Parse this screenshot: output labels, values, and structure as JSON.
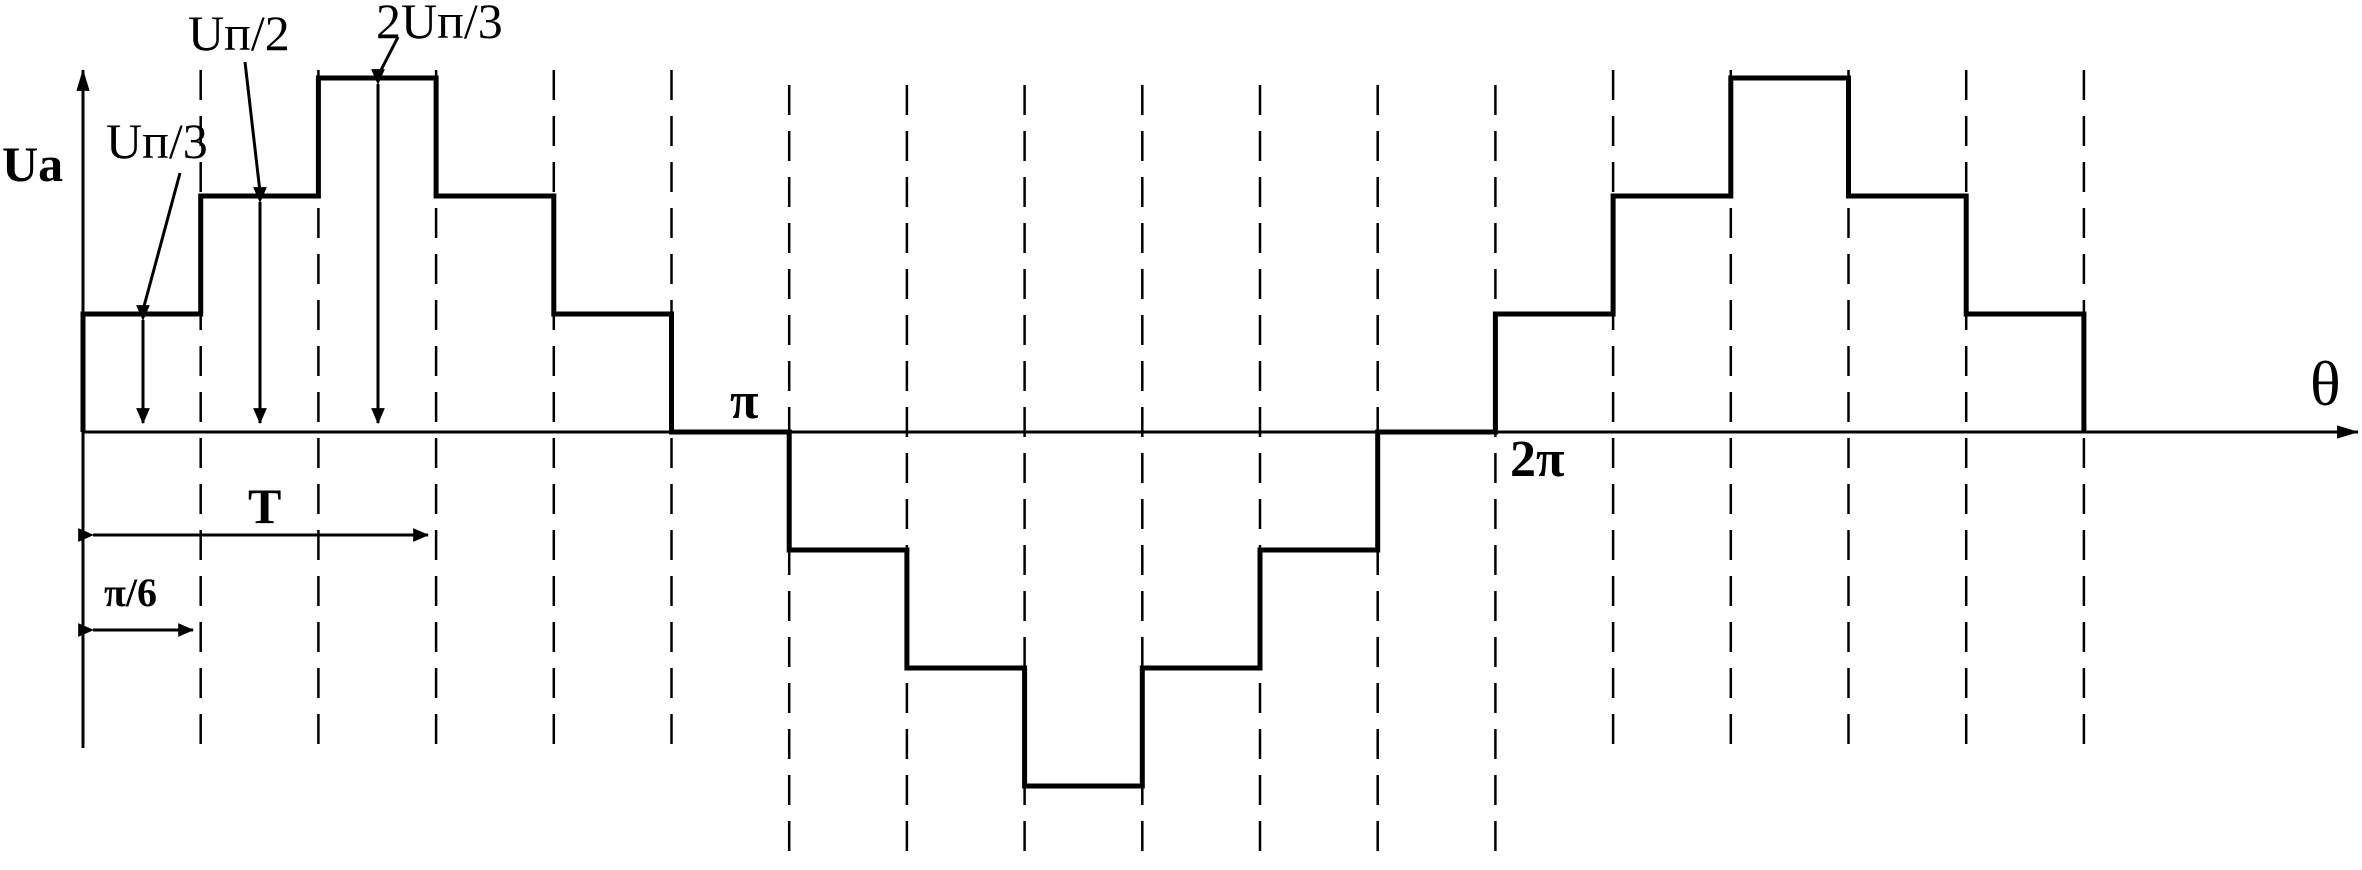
{
  "labels": {
    "y_axis": "Ua",
    "x_axis": "θ",
    "level_1": "Uп/3",
    "level_2": "Uп/2",
    "level_3": "2Uп/3",
    "pi": "π",
    "two_pi": "2π",
    "period": "T",
    "step": "π/6"
  },
  "colors": {
    "ink": "#000000",
    "background": "#ffffff"
  },
  "waveform": {
    "x_unit": "π/6",
    "steps": [
      {
        "from": 0,
        "to": 1,
        "level": 1
      },
      {
        "from": 1,
        "to": 2,
        "level": 2
      },
      {
        "from": 2,
        "to": 3,
        "level": 3
      },
      {
        "from": 3,
        "to": 4,
        "level": 2
      },
      {
        "from": 4,
        "to": 5,
        "level": 1
      },
      {
        "from": 5,
        "to": 6,
        "level": 0
      },
      {
        "from": 6,
        "to": 7,
        "level": -1
      },
      {
        "from": 7,
        "to": 8,
        "level": -2
      },
      {
        "from": 8,
        "to": 9,
        "level": -3
      },
      {
        "from": 9,
        "to": 10,
        "level": -2
      },
      {
        "from": 10,
        "to": 11,
        "level": -1
      },
      {
        "from": 11,
        "to": 12,
        "level": 0
      },
      {
        "from": 12,
        "to": 13,
        "level": 1
      },
      {
        "from": 13,
        "to": 14,
        "level": 2
      },
      {
        "from": 14,
        "to": 15,
        "level": 3
      },
      {
        "from": 15,
        "to": 16,
        "level": 2
      },
      {
        "from": 16,
        "to": 17,
        "level": 1
      }
    ],
    "dashed_lines_at": [
      1,
      2,
      3,
      4,
      5,
      6,
      7,
      8,
      9,
      10,
      11,
      12,
      13,
      14,
      15,
      16,
      17
    ]
  }
}
